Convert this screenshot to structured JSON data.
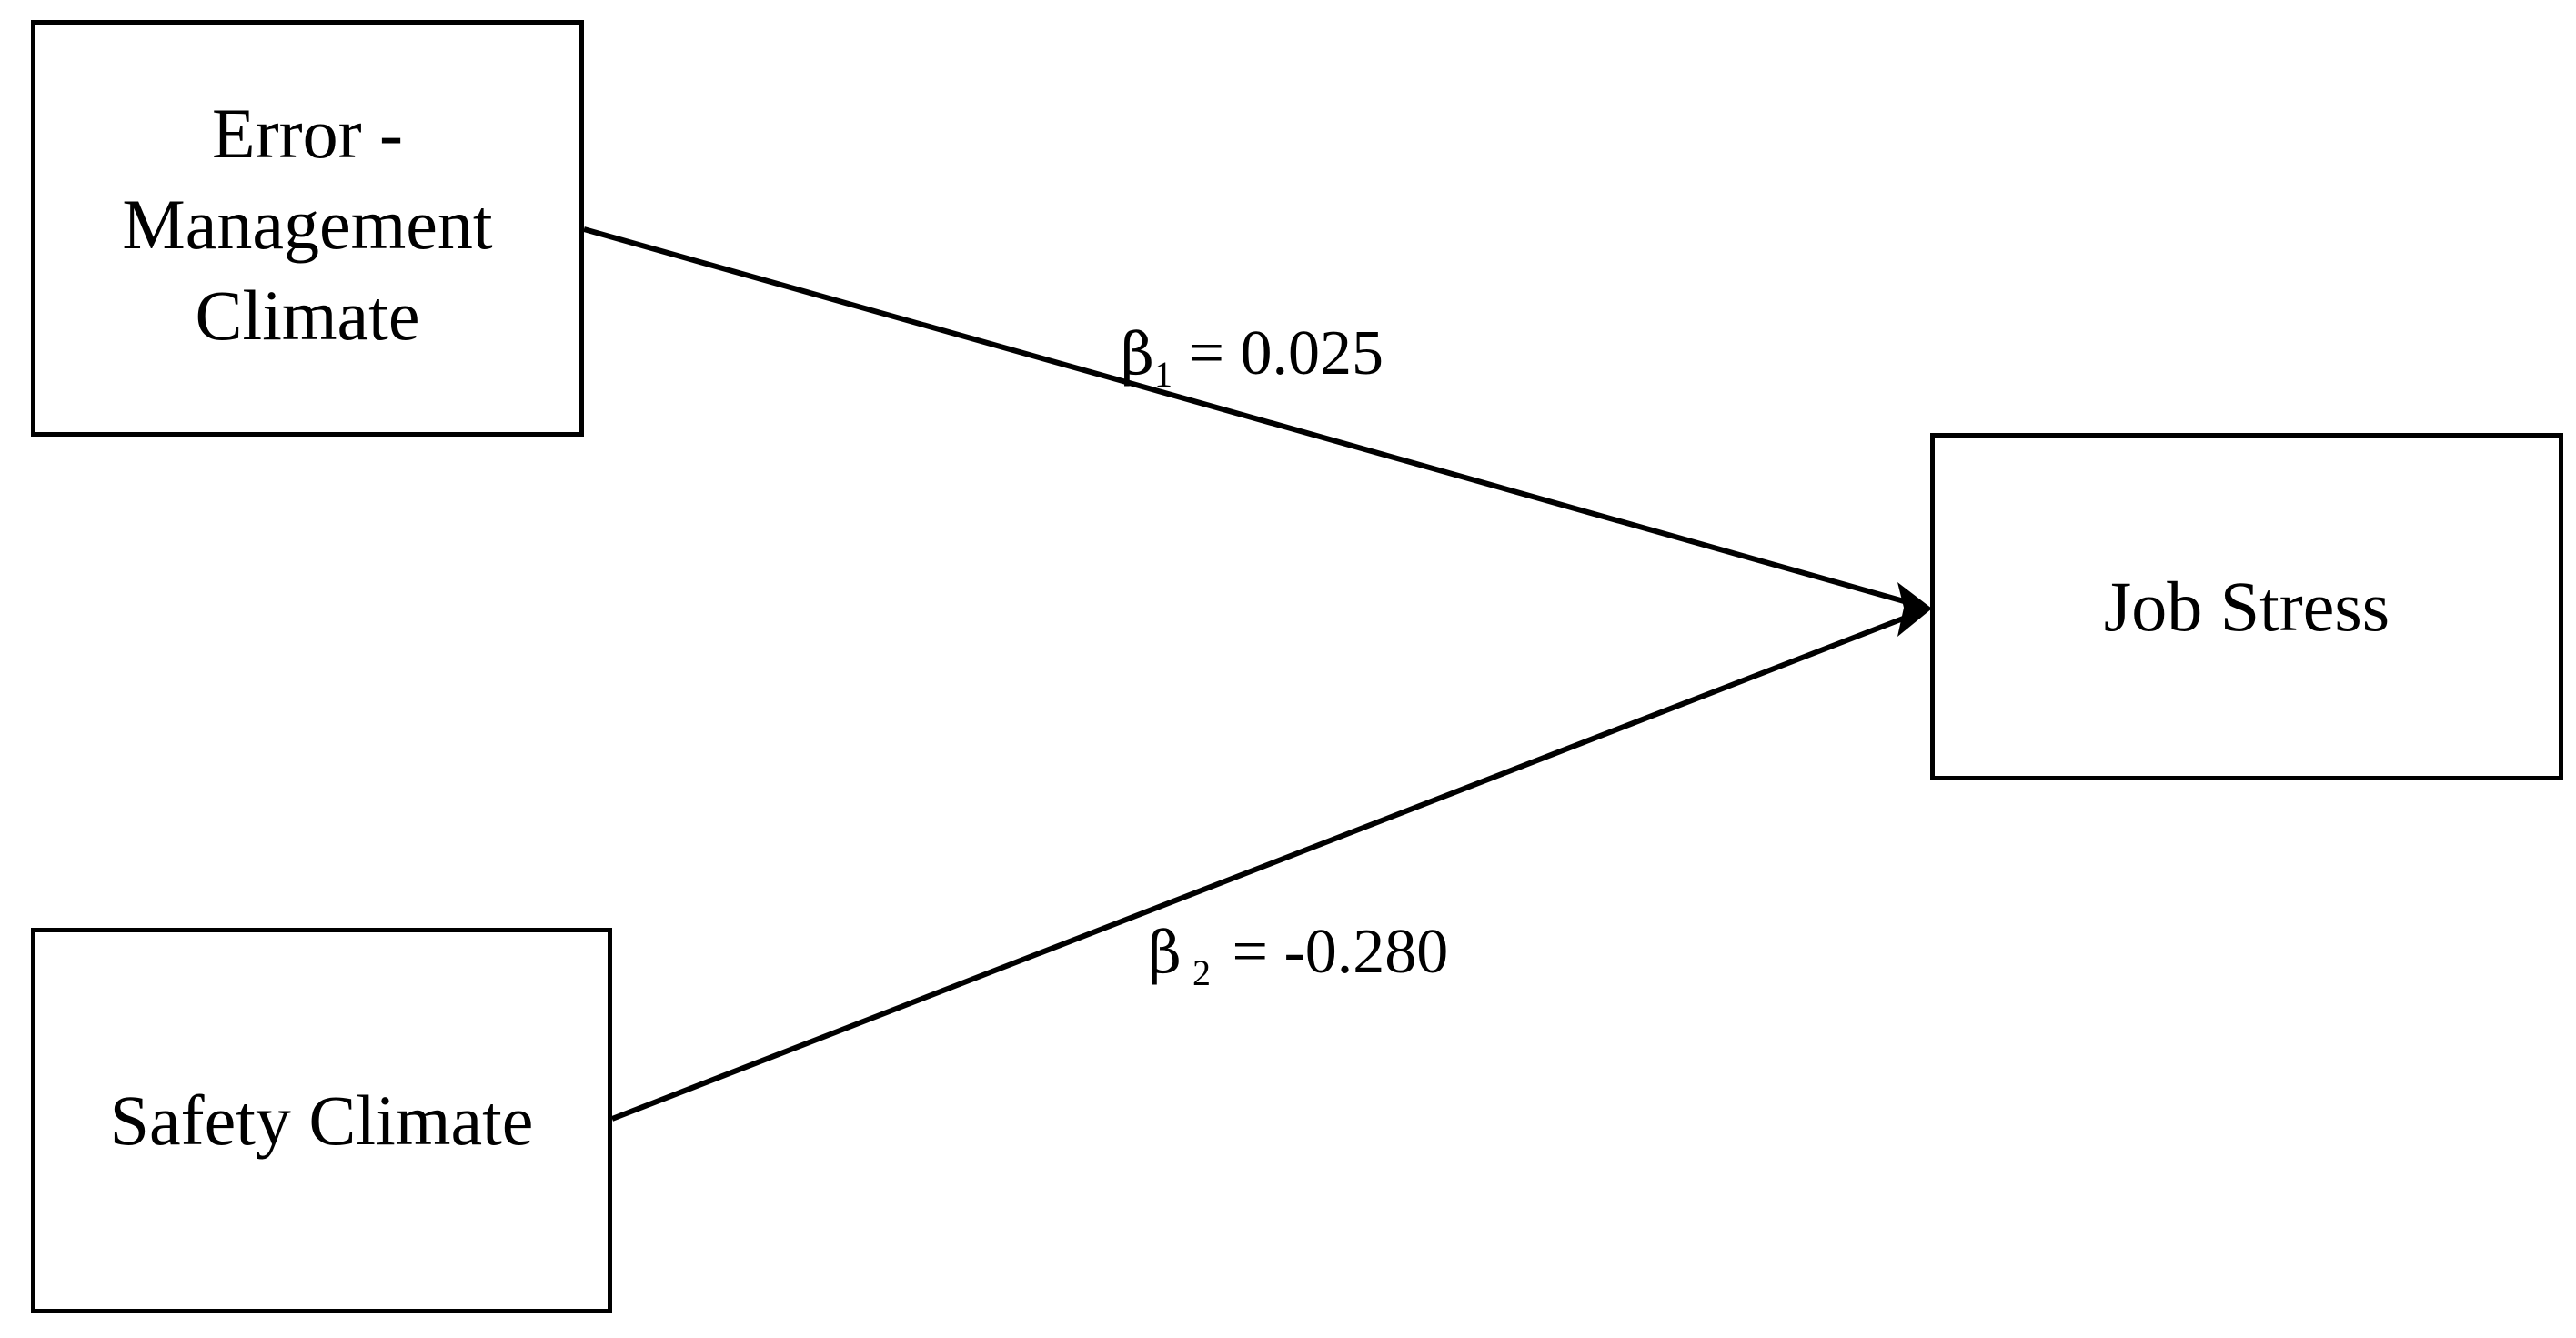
{
  "nodes": {
    "error_management": {
      "lines": [
        "Error -",
        "Management",
        "Climate"
      ]
    },
    "safety": {
      "label": "Safety Climate"
    },
    "job_stress": {
      "label": "Job Stress"
    }
  },
  "paths": [
    {
      "from": "Error - Management Climate",
      "to": "Job Stress",
      "symbol": "β",
      "subscript": "1",
      "value_text": "= 0.025",
      "value": 0.025
    },
    {
      "from": "Safety Climate",
      "to": "Job Stress",
      "symbol": "β",
      "subscript": "2",
      "value_text": "= -0.280",
      "value": -0.28
    }
  ],
  "colors": {
    "stroke": "#000000",
    "background": "#ffffff",
    "text": "#000000"
  }
}
